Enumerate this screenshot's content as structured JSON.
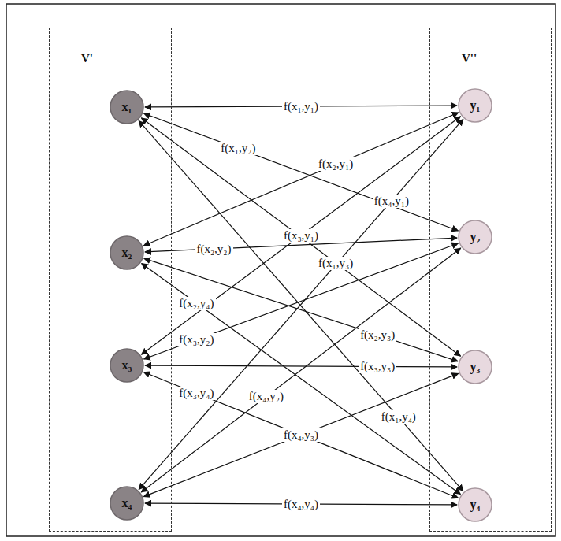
{
  "diagram": {
    "nodes": [
      {
        "text": [
          "V'"
        ]
      },
      {
        "text": [
          "x₁"
        ],
        "in": 0
      },
      {
        "text": [
          "x₂"
        ],
        "in": 0
      },
      {
        "text": [
          "x₃"
        ],
        "in": 0
      },
      {
        "text": [
          "x₄"
        ],
        "in": 0
      },
      {
        "text": [
          "V''"
        ]
      },
      {
        "text": [
          "y₁"
        ],
        "in": 5
      },
      {
        "text": [
          "y₂"
        ],
        "in": 5
      },
      {
        "text": [
          "y₃"
        ],
        "in": 5
      },
      {
        "text": [
          "y₄"
        ],
        "in": 5
      }
    ],
    "edges": [
      {
        "from": 1,
        "to": 6,
        "arrow": "both",
        "label": "f(x₁,y₁)"
      },
      {
        "from": 1,
        "to": 7,
        "arrow": "both",
        "label": "f(x₁,y₂)"
      },
      {
        "from": 1,
        "to": 8,
        "arrow": "both",
        "label": "f(x₁,y₃)"
      },
      {
        "from": 1,
        "to": 9,
        "arrow": "both",
        "label": "f(x₁,y₄)"
      },
      {
        "from": 2,
        "to": 6,
        "arrow": "both",
        "label": "f(x₂,y₁)"
      },
      {
        "from": 2,
        "to": 7,
        "arrow": "both",
        "label": "f(x₂,y₂)"
      },
      {
        "from": 2,
        "to": 8,
        "arrow": "both",
        "label": "f(x₂,y₃)"
      },
      {
        "from": 2,
        "to": 9,
        "arrow": "both",
        "label": "f(x₂,y₄)"
      },
      {
        "from": 3,
        "to": 6,
        "arrow": "both",
        "label": "f(x₃,y₁)"
      },
      {
        "from": 3,
        "to": 7,
        "arrow": "both",
        "label": "f(x₃,y₂)"
      },
      {
        "from": 3,
        "to": 8,
        "arrow": "both",
        "label": "f(x₃,y₃)"
      },
      {
        "from": 3,
        "to": 9,
        "arrow": "both",
        "label": "f(x₃,y₄)"
      },
      {
        "from": 4,
        "to": 6,
        "arrow": "both",
        "label": "f(x₄,y₁)"
      },
      {
        "from": 4,
        "to": 7,
        "arrow": "both",
        "label": "f(x₄,y₂)"
      },
      {
        "from": 4,
        "to": 8,
        "arrow": "both",
        "label": "f(x₄,y₃)"
      },
      {
        "from": 4,
        "to": 9,
        "arrow": "both",
        "label": "f(x₄,y₄)"
      }
    ]
  }
}
